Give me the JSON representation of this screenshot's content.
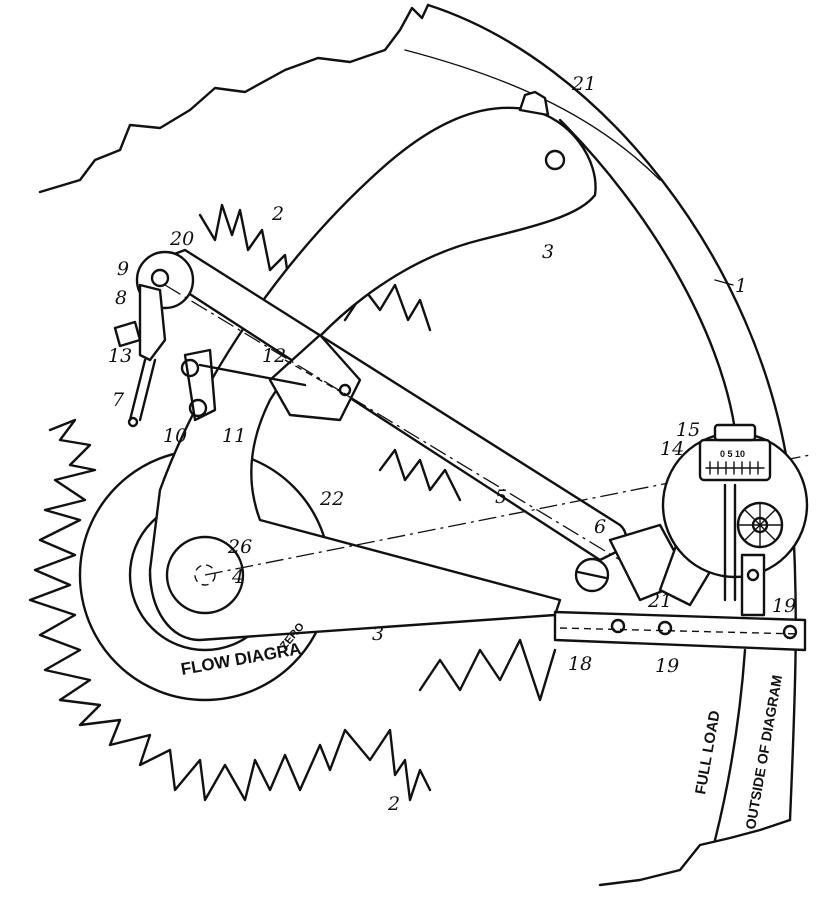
{
  "labels": {
    "n1": "1",
    "n2a": "2",
    "n2b": "2",
    "n3a": "3",
    "n3b": "3",
    "n4": "4",
    "n5": "5",
    "n6": "6",
    "n7": "7",
    "n8": "8",
    "n9": "9",
    "n10": "10",
    "n11": "11",
    "n12": "12",
    "n13": "13",
    "n14": "14",
    "n15": "15",
    "n18": "18",
    "n19a": "19",
    "n19b": "19",
    "n20": "20",
    "n21a": "21",
    "n21b": "21",
    "n22": "22",
    "n26": "26"
  },
  "captions": {
    "flow_diagram": "FLOW DIAGRA",
    "zero": "ZERO",
    "full_load": "FULL LOAD",
    "outside_of_diagram": "OUTSIDE OF DIAGRAM",
    "dial_scale": "0 5 10"
  }
}
